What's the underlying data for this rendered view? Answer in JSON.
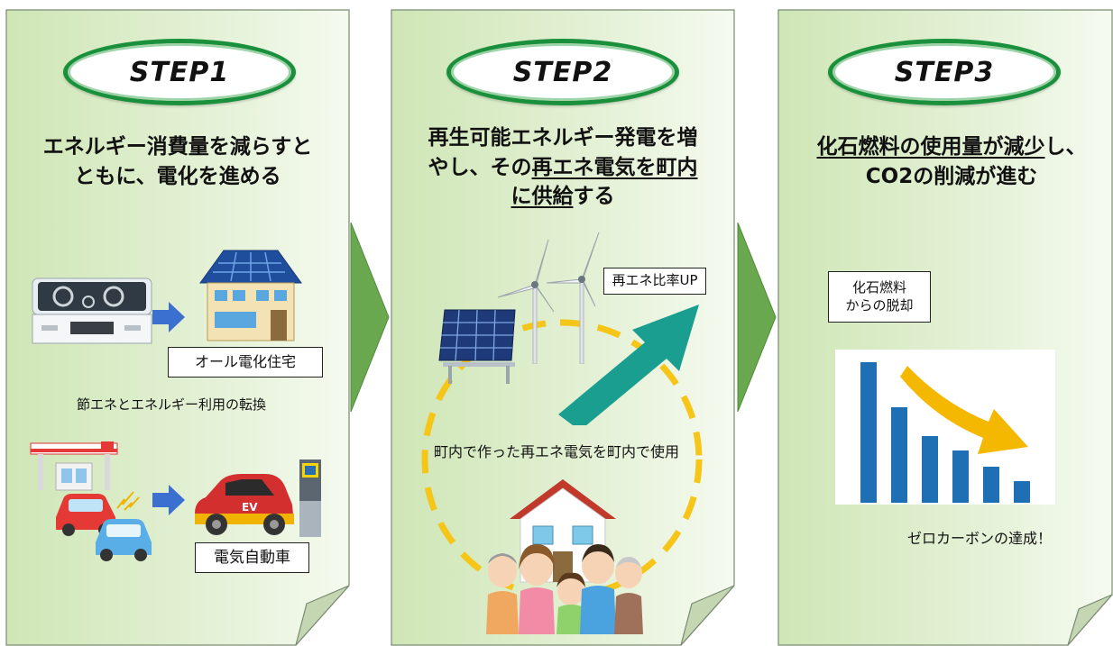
{
  "steps": [
    {
      "label": "STEP1",
      "heading_line1": "エネルギー消費量を減らすと",
      "heading_line2": "ともに、電化を進める",
      "all_electric_home": "オール電化住宅",
      "transition_text": "節エネとエネルギー利用の転換",
      "ev_label": "電気自動車",
      "car_badge": "EV"
    },
    {
      "label": "STEP2",
      "heading_line1": "再生可能エネルギー発電を増",
      "heading_line2_a": "やし、その",
      "heading_line2_b": "再エネ電気を町内",
      "heading_line3_a": "に供給",
      "heading_line3_b": "する",
      "ratio_label": "再エネ比率UP",
      "local_use": "町内で作った再エネ電気を町内で使用"
    },
    {
      "label": "STEP3",
      "heading_line1_a": "化石燃料の使用量が減少",
      "heading_line1_b": "し、",
      "heading_line2": "CO2の削減が進む",
      "fossil_line1": "化石燃料",
      "fossil_line2": "からの脱却",
      "zero_carbon": "ゼロカーボンの達成！"
    }
  ],
  "colors": {
    "panel_light": "#f2f8ec",
    "panel_mid": "#cfe6b6",
    "oval_border": "#1a8f3c",
    "chevron": "#6aa84f",
    "teal_arrow": "#1a9e8f",
    "dashed_circle": "#f5c518",
    "bars": "#1f6fb5",
    "orange_arrow": "#f5b800"
  },
  "icons": [
    "gas-stove-icon",
    "solar-house-icon",
    "gas-station-icon",
    "red-car-icon",
    "blue-car-icon",
    "ev-car-icon",
    "charger-icon",
    "solar-panel-icon",
    "wind-turbine-icon",
    "house-icon",
    "family-icon",
    "bar-chart-icon",
    "down-arrow-icon"
  ]
}
